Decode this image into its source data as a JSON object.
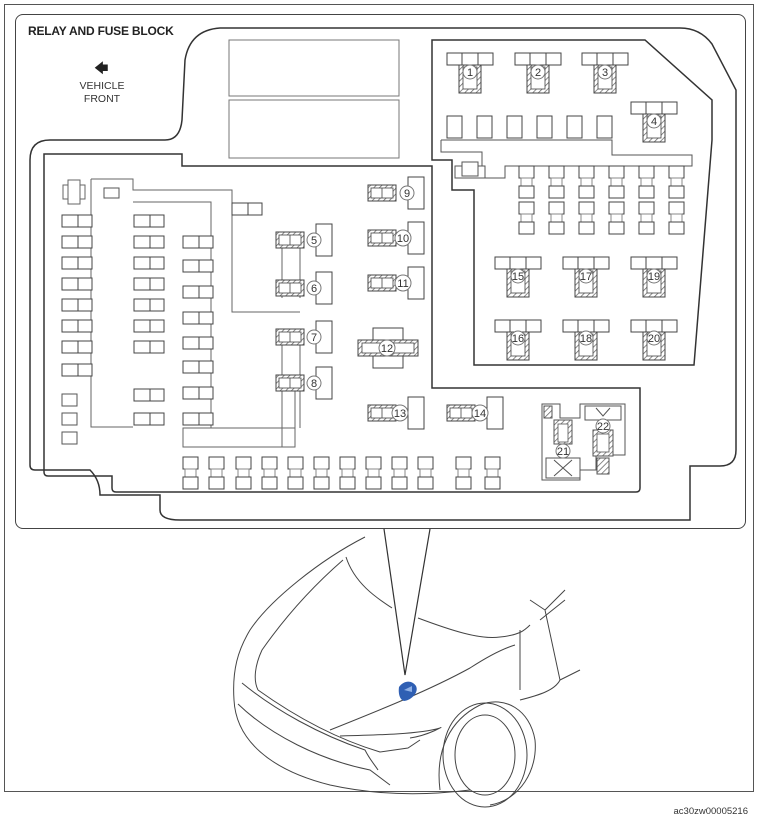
{
  "title": "RELAY AND FUSE BLOCK",
  "orientation": {
    "arrow_icon": "arrow-left-icon",
    "arrow_glyph": "🡄",
    "line1": "VEHICLE",
    "line2": "FRONT"
  },
  "relays": [
    {
      "id": "1",
      "label": "1"
    },
    {
      "id": "2",
      "label": "2"
    },
    {
      "id": "3",
      "label": "3"
    },
    {
      "id": "4",
      "label": "4"
    },
    {
      "id": "5",
      "label": "5"
    },
    {
      "id": "6",
      "label": "6"
    },
    {
      "id": "7",
      "label": "7"
    },
    {
      "id": "8",
      "label": "8"
    },
    {
      "id": "9",
      "label": "9"
    },
    {
      "id": "10",
      "label": "10"
    },
    {
      "id": "11",
      "label": "11"
    },
    {
      "id": "12",
      "label": "12"
    },
    {
      "id": "13",
      "label": "13"
    },
    {
      "id": "14",
      "label": "14"
    },
    {
      "id": "15",
      "label": "15"
    },
    {
      "id": "16",
      "label": "16"
    },
    {
      "id": "17",
      "label": "17"
    },
    {
      "id": "18",
      "label": "18"
    },
    {
      "id": "19",
      "label": "19"
    },
    {
      "id": "20",
      "label": "20"
    },
    {
      "id": "21",
      "label": "21"
    },
    {
      "id": "22",
      "label": "22"
    }
  ],
  "location_marker_color": "#2f5fb3",
  "figure_code": "ac30zw00005216"
}
